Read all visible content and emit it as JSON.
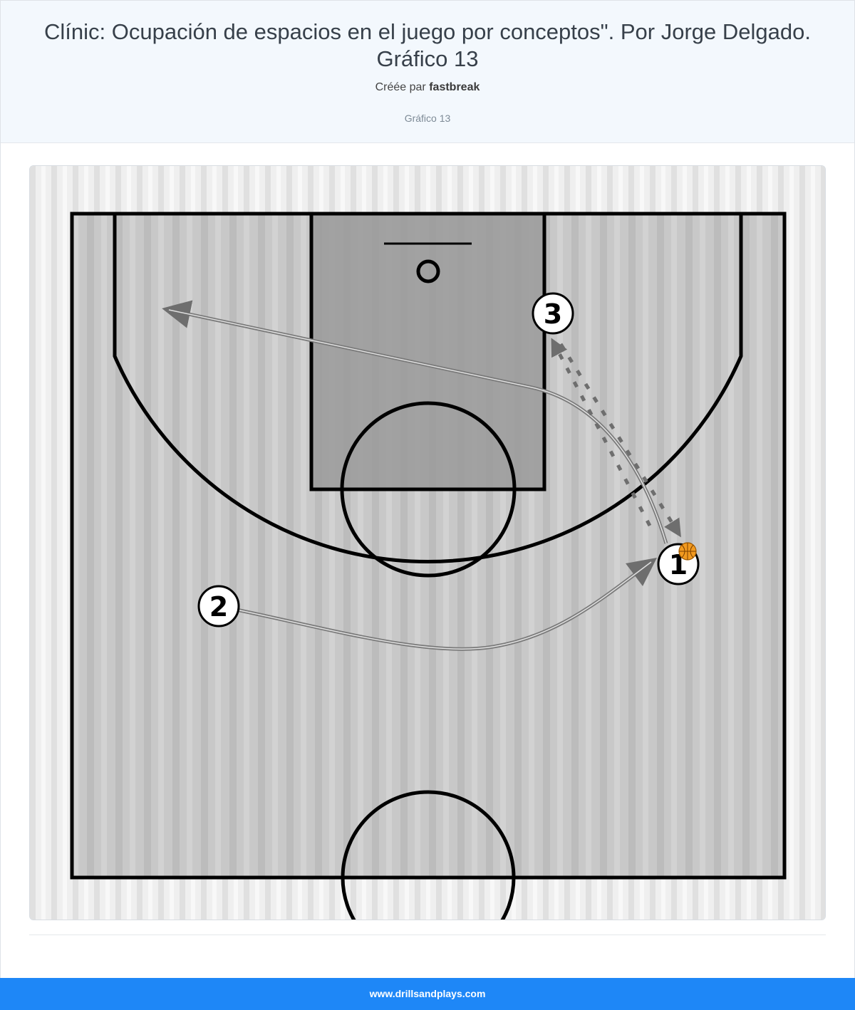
{
  "header": {
    "title": "Clínic: Ocupación de espacios en el juego por conceptos\". Por Jorge Delgado. Gráfico 13",
    "byline_prefix": "Créée par",
    "author": "fastbreak",
    "subtitle": "Gráfico 13"
  },
  "diagram": {
    "players": [
      {
        "label": "1",
        "has_ball": true
      },
      {
        "label": "2",
        "has_ball": false
      },
      {
        "label": "3",
        "has_ball": false
      }
    ],
    "icons": [
      "basketball-icon"
    ],
    "colors": {
      "court_floor": "#c4c4c4",
      "paint": "#9a9a9a",
      "lines": "#000000",
      "movement_arrow": "#777777",
      "ball": "#f29a1f"
    }
  },
  "footer": {
    "link": "www.drillsandplays.com"
  }
}
